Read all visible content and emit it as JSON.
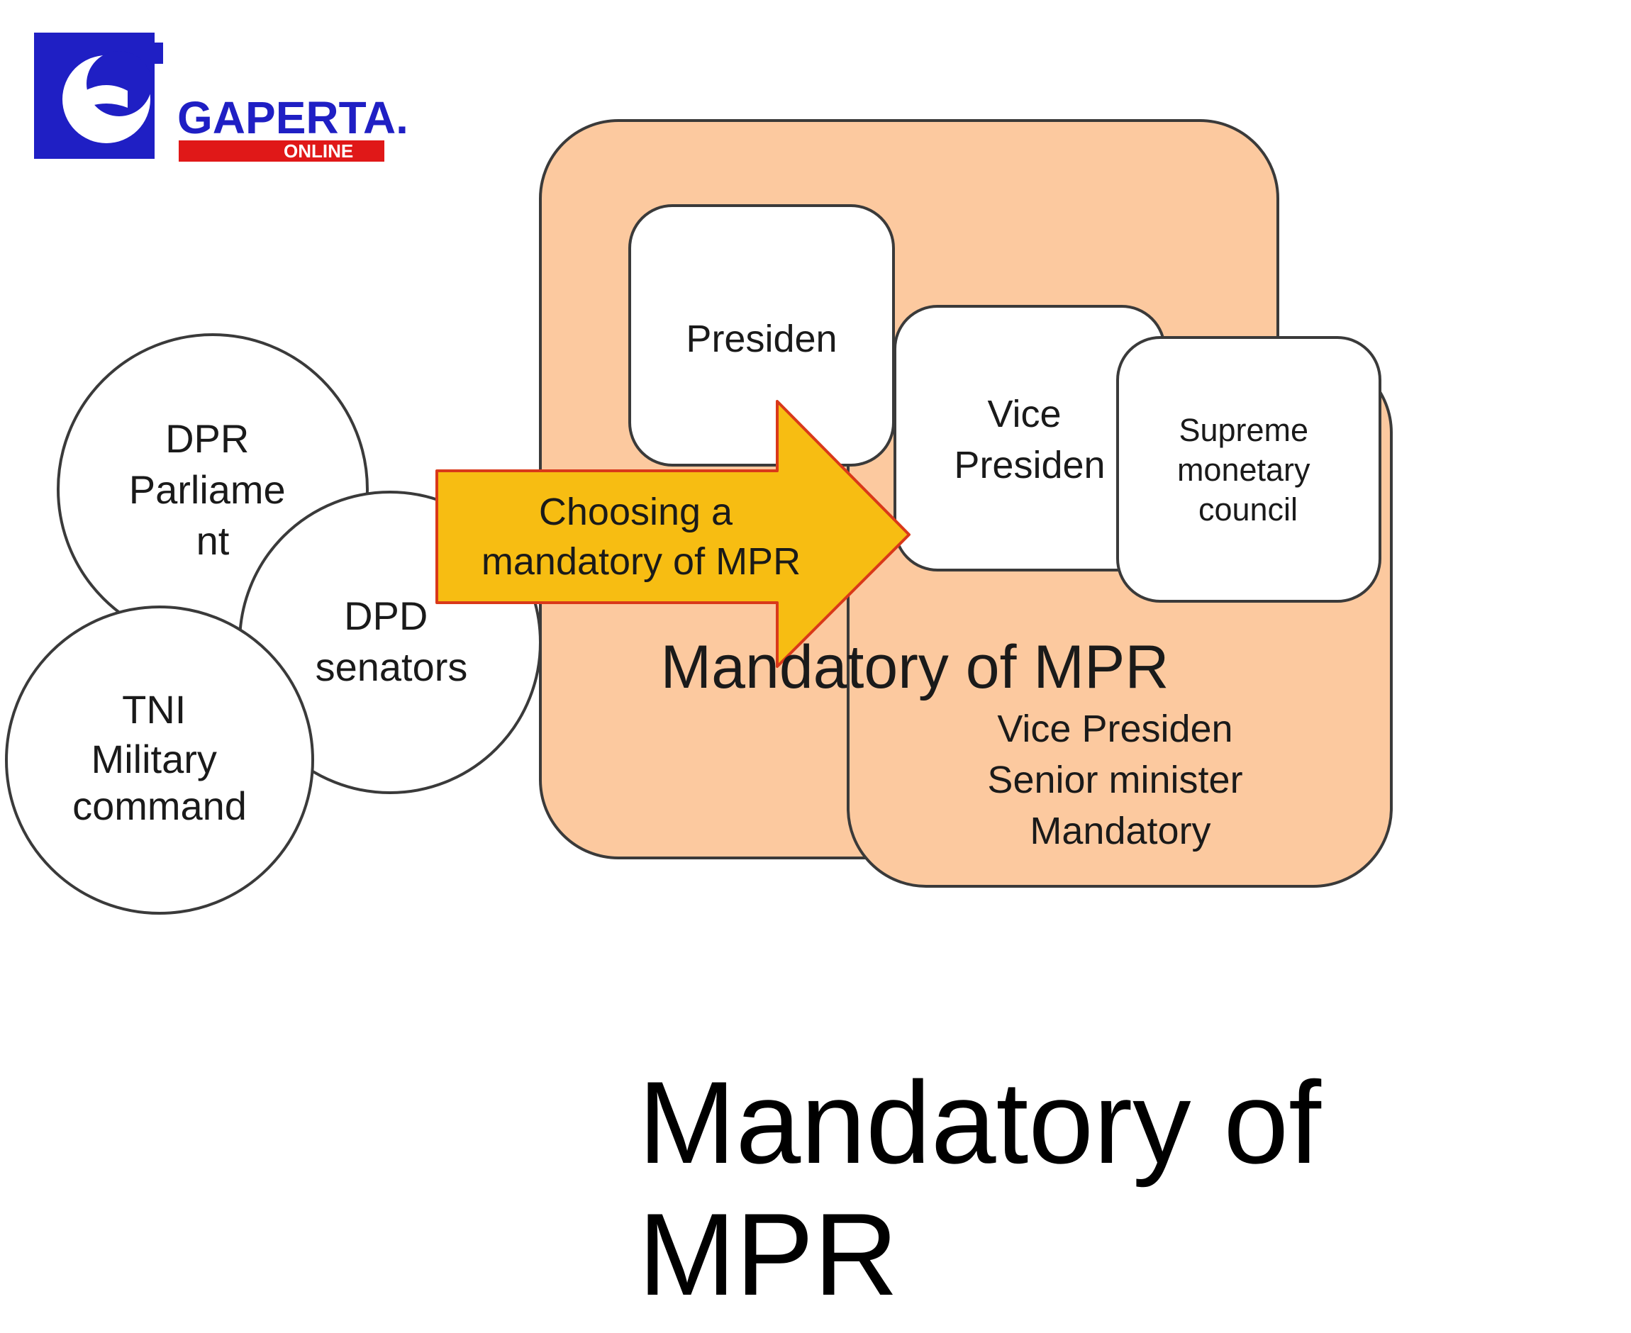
{
  "logo": {
    "name": "GAPERTA.",
    "subtitle": "ONLINE"
  },
  "diagram": {
    "big_box_label": "Mandatory of MPR",
    "president_label": "Presiden",
    "vice_box_label": [
      "Vice",
      "Presiden"
    ],
    "supreme_council_label": [
      "Supreme",
      "monetary",
      "council"
    ],
    "lower_box_label": [
      "Vice Presiden",
      "Senior minister",
      "Mandatory"
    ],
    "circles": {
      "dpr": [
        "DPR",
        "Parliame",
        "nt"
      ],
      "dpd": [
        "DPD",
        "senators"
      ],
      "tni": [
        "TNI",
        "Military",
        "command"
      ]
    },
    "arrow_label": [
      "Choosing a",
      "mandatory of MPR"
    ]
  },
  "caption": [
    "Mandatory of",
    "MPR"
  ],
  "colors": {
    "box_fill": "#fcc99f",
    "box_stroke": "#3a3a3a",
    "arrow_fill": "#f7bd12",
    "arrow_stroke": "#d9391a",
    "logo_blue": "#1f1fc4",
    "logo_red": "#e01818"
  }
}
